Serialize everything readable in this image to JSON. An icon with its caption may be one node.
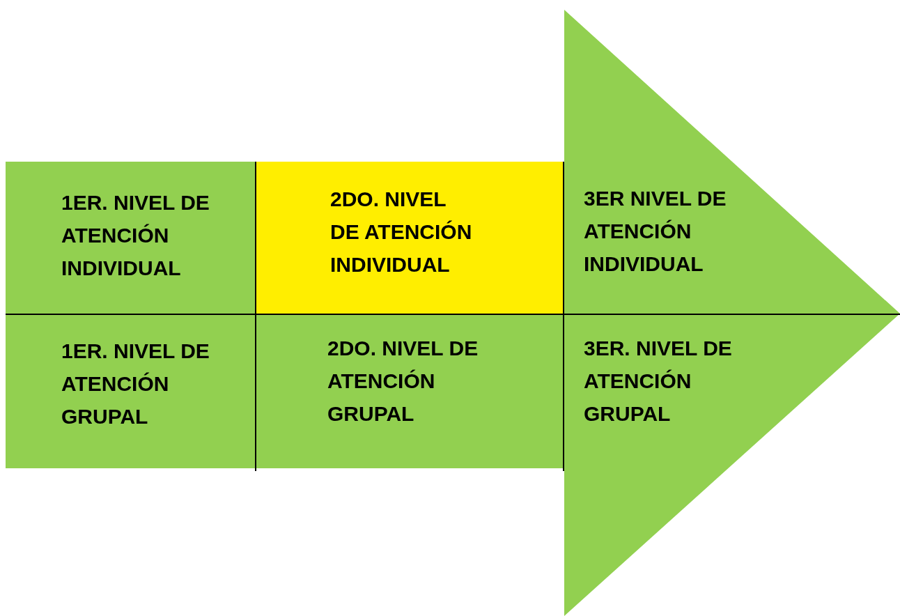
{
  "diagram": {
    "nodes": [
      {
        "text": [
          "1ER. NIVEL DE ATENCIÓN INDIVIDUAL"
        ]
      },
      {
        "text": [
          "2DO. NIVEL DE ATENCIÓN INDIVIDUAL"
        ]
      },
      {
        "text": [
          "3ER NIVEL DE ATENCIÓN INDIVIDUAL"
        ]
      },
      {
        "text": [
          "1ER. NIVEL DE ATENCIÓN GRUPAL"
        ]
      },
      {
        "text": [
          "2DO. NIVEL DE ATENCIÓN GRUPAL"
        ]
      },
      {
        "text": [
          "3ER. NIVEL DE ATENCIÓN GRUPAL"
        ]
      }
    ]
  }
}
